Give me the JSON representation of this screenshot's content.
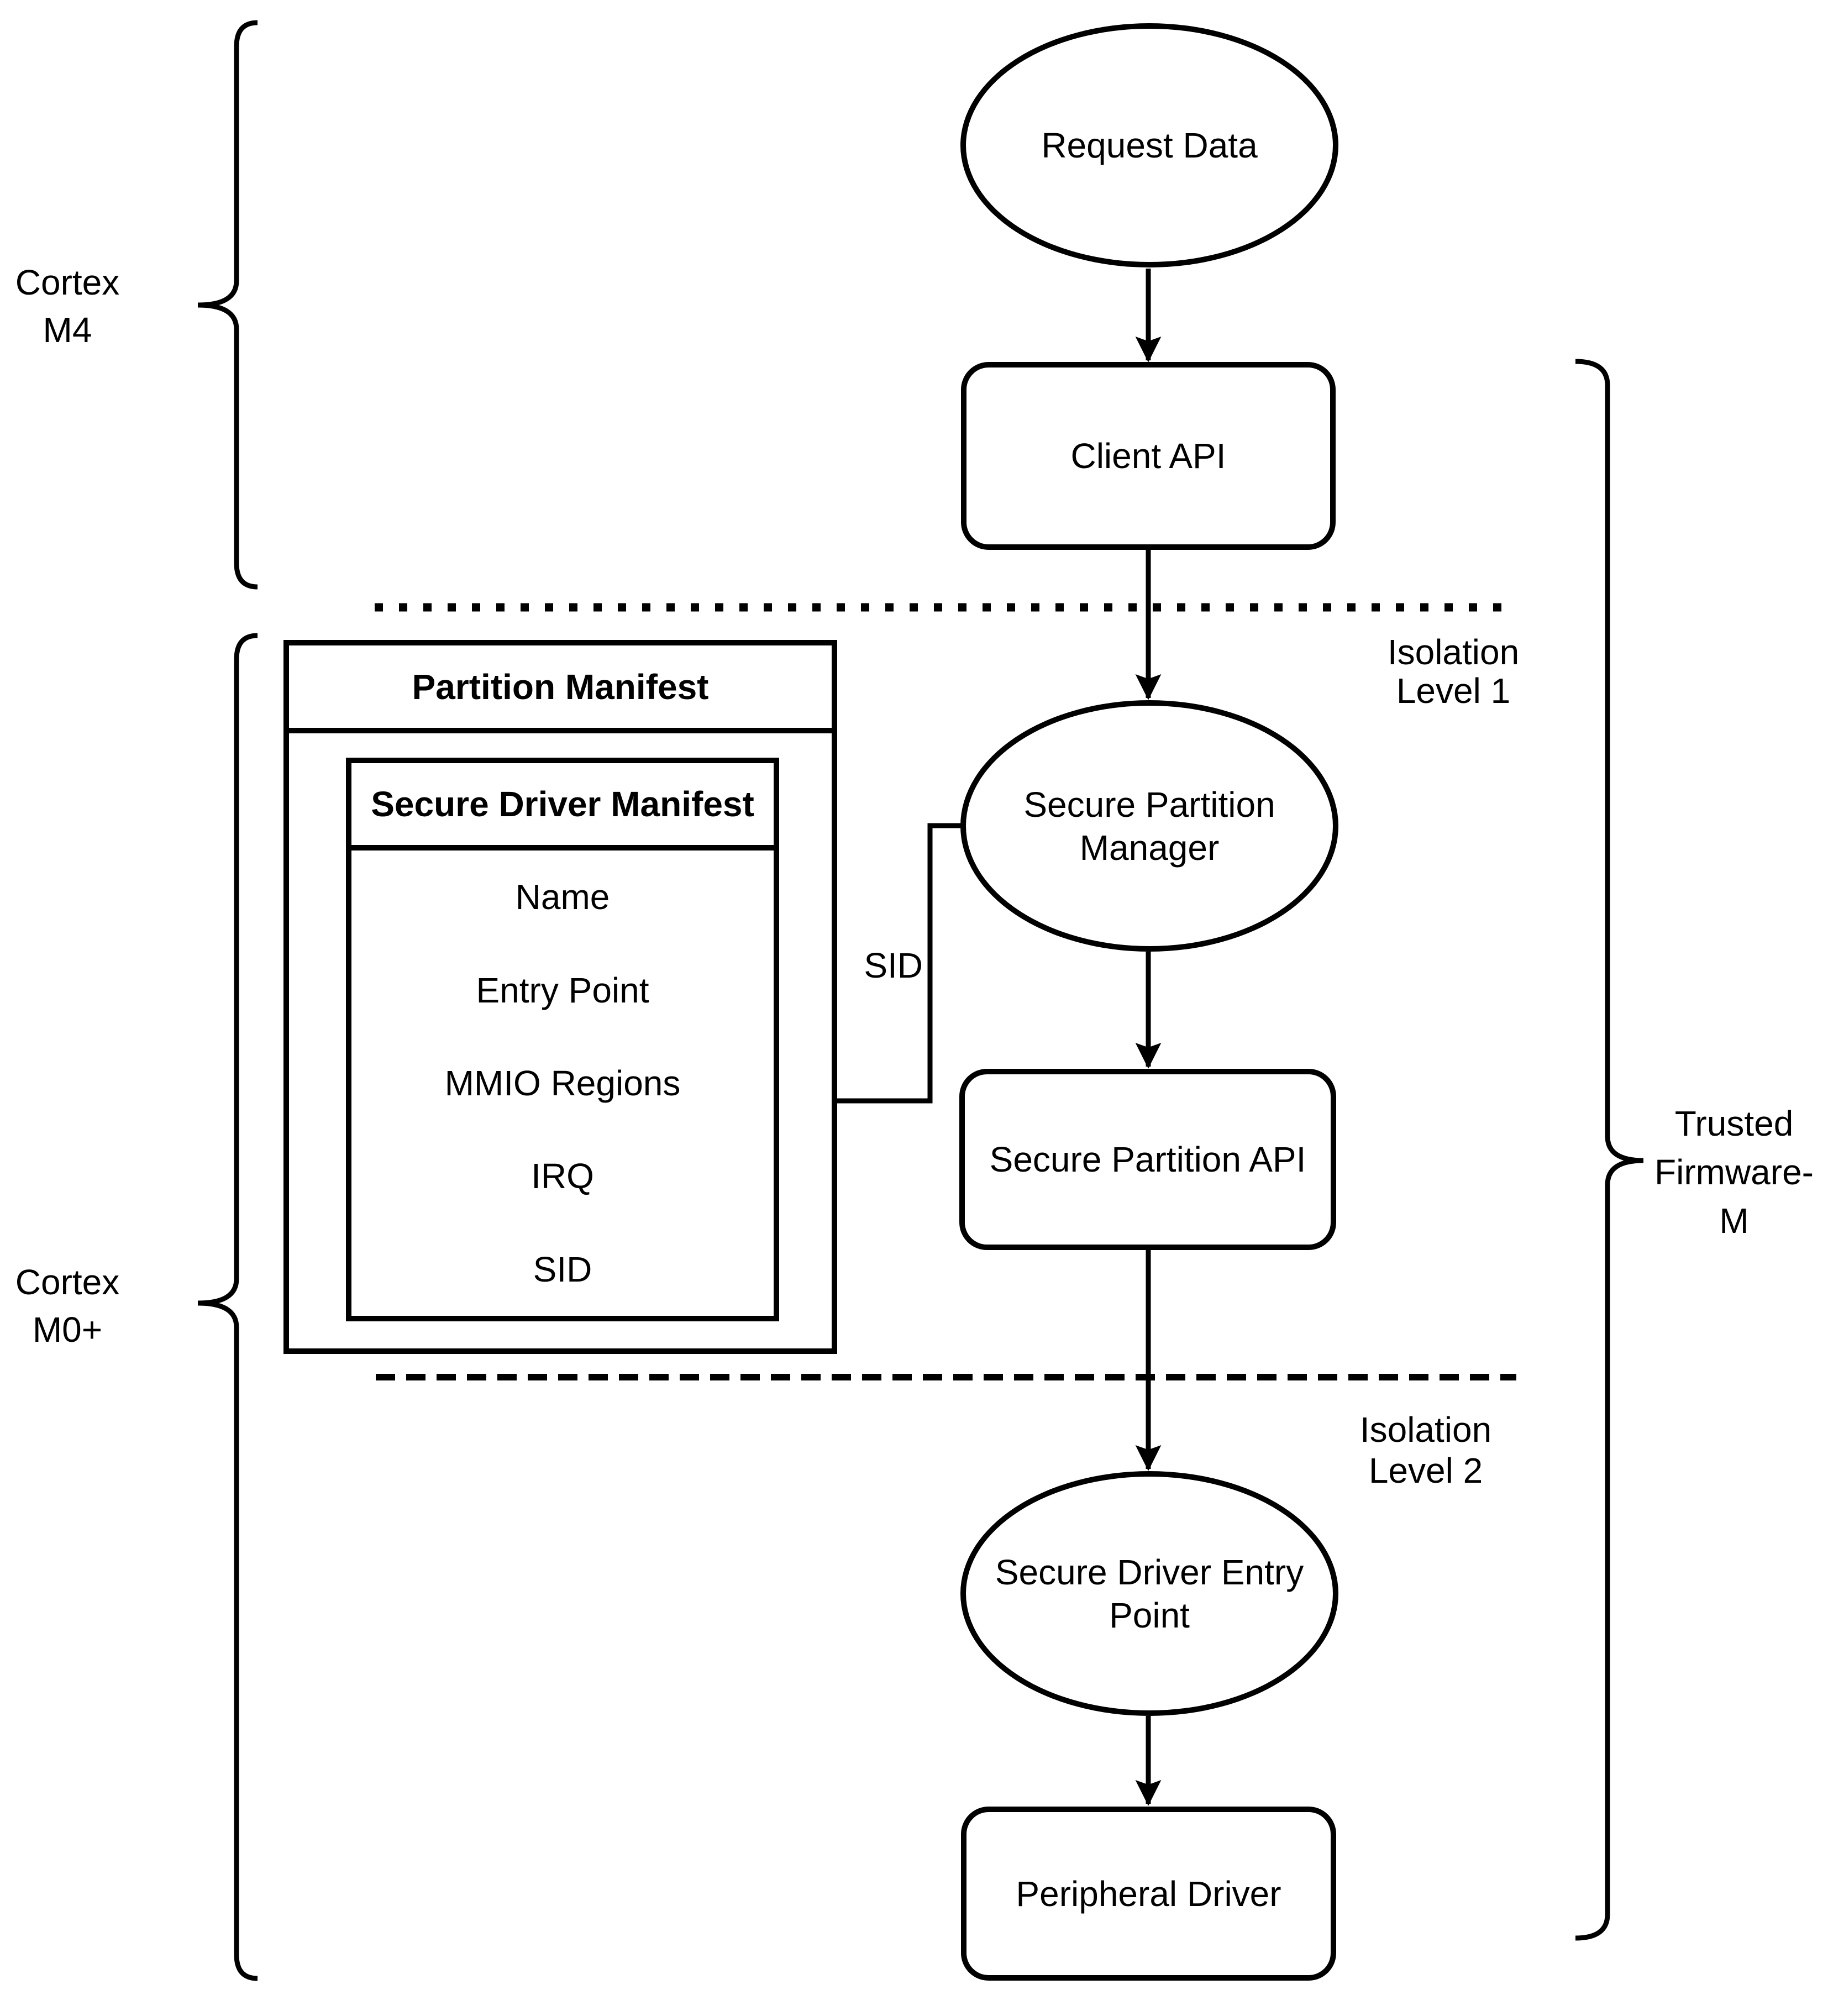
{
  "nodes": {
    "request_data": {
      "label": "Request Data",
      "shape": "ellipse"
    },
    "client_api": {
      "label": "Client API",
      "shape": "rounded-rect"
    },
    "secure_partition_manager": {
      "label": "Secure Partition Manager",
      "shape": "ellipse"
    },
    "secure_partition_api": {
      "label": "Secure Partition API",
      "shape": "rounded-rect"
    },
    "secure_driver_entry_point": {
      "label": "Secure Driver Entry Point",
      "shape": "ellipse"
    },
    "peripheral_driver": {
      "label": "Peripheral Driver",
      "shape": "rounded-rect"
    }
  },
  "manifest": {
    "title": "Partition Manifest",
    "secure_driver_manifest": {
      "title": "Secure Driver Manifest",
      "items": [
        "Name",
        "Entry Point",
        "MMIO Regions",
        "IRQ",
        "SID"
      ]
    }
  },
  "edge_labels": {
    "sid": "SID"
  },
  "regions": {
    "cortex_m4": {
      "line1": "Cortex",
      "line2": "M4"
    },
    "cortex_m0_plus": {
      "line1": "Cortex",
      "line2": "M0+"
    },
    "trusted_firmware_m": {
      "line1": "Trusted",
      "line2": "Firmware-",
      "line3": "M"
    }
  },
  "isolation": {
    "level1": {
      "line1": "Isolation",
      "line2": "Level 1"
    },
    "level2": {
      "line1": "Isolation",
      "line2": "Level 2"
    }
  },
  "colors": {
    "stroke": "#000000",
    "background": "#ffffff"
  }
}
